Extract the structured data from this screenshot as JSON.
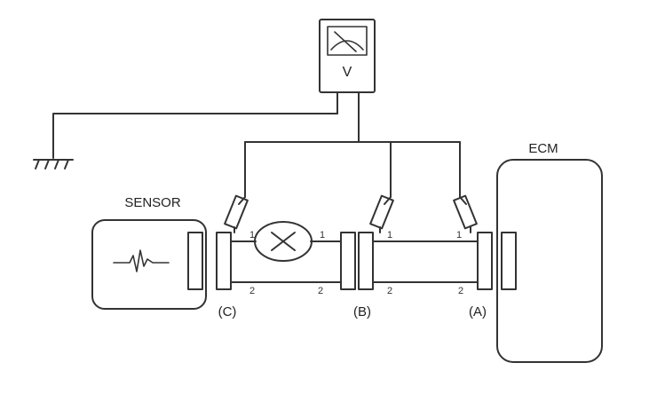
{
  "meter": {
    "unit_label": "V",
    "icon": "voltmeter-icon"
  },
  "ground": {
    "icon": "ground-icon"
  },
  "sensor": {
    "label": "SENSOR",
    "icon": "signal-waveform-icon"
  },
  "ecm": {
    "label": "ECM"
  },
  "connectors": [
    {
      "id": "C",
      "label": "(C)"
    },
    {
      "id": "B",
      "label": "(B)"
    },
    {
      "id": "A",
      "label": "(A)"
    }
  ],
  "wires": {
    "terminal_1": "1",
    "terminal_2": "2",
    "open_circuit_icon": "open-circuit-icon"
  },
  "colors": {
    "line": "#333333",
    "background": "#ffffff"
  }
}
